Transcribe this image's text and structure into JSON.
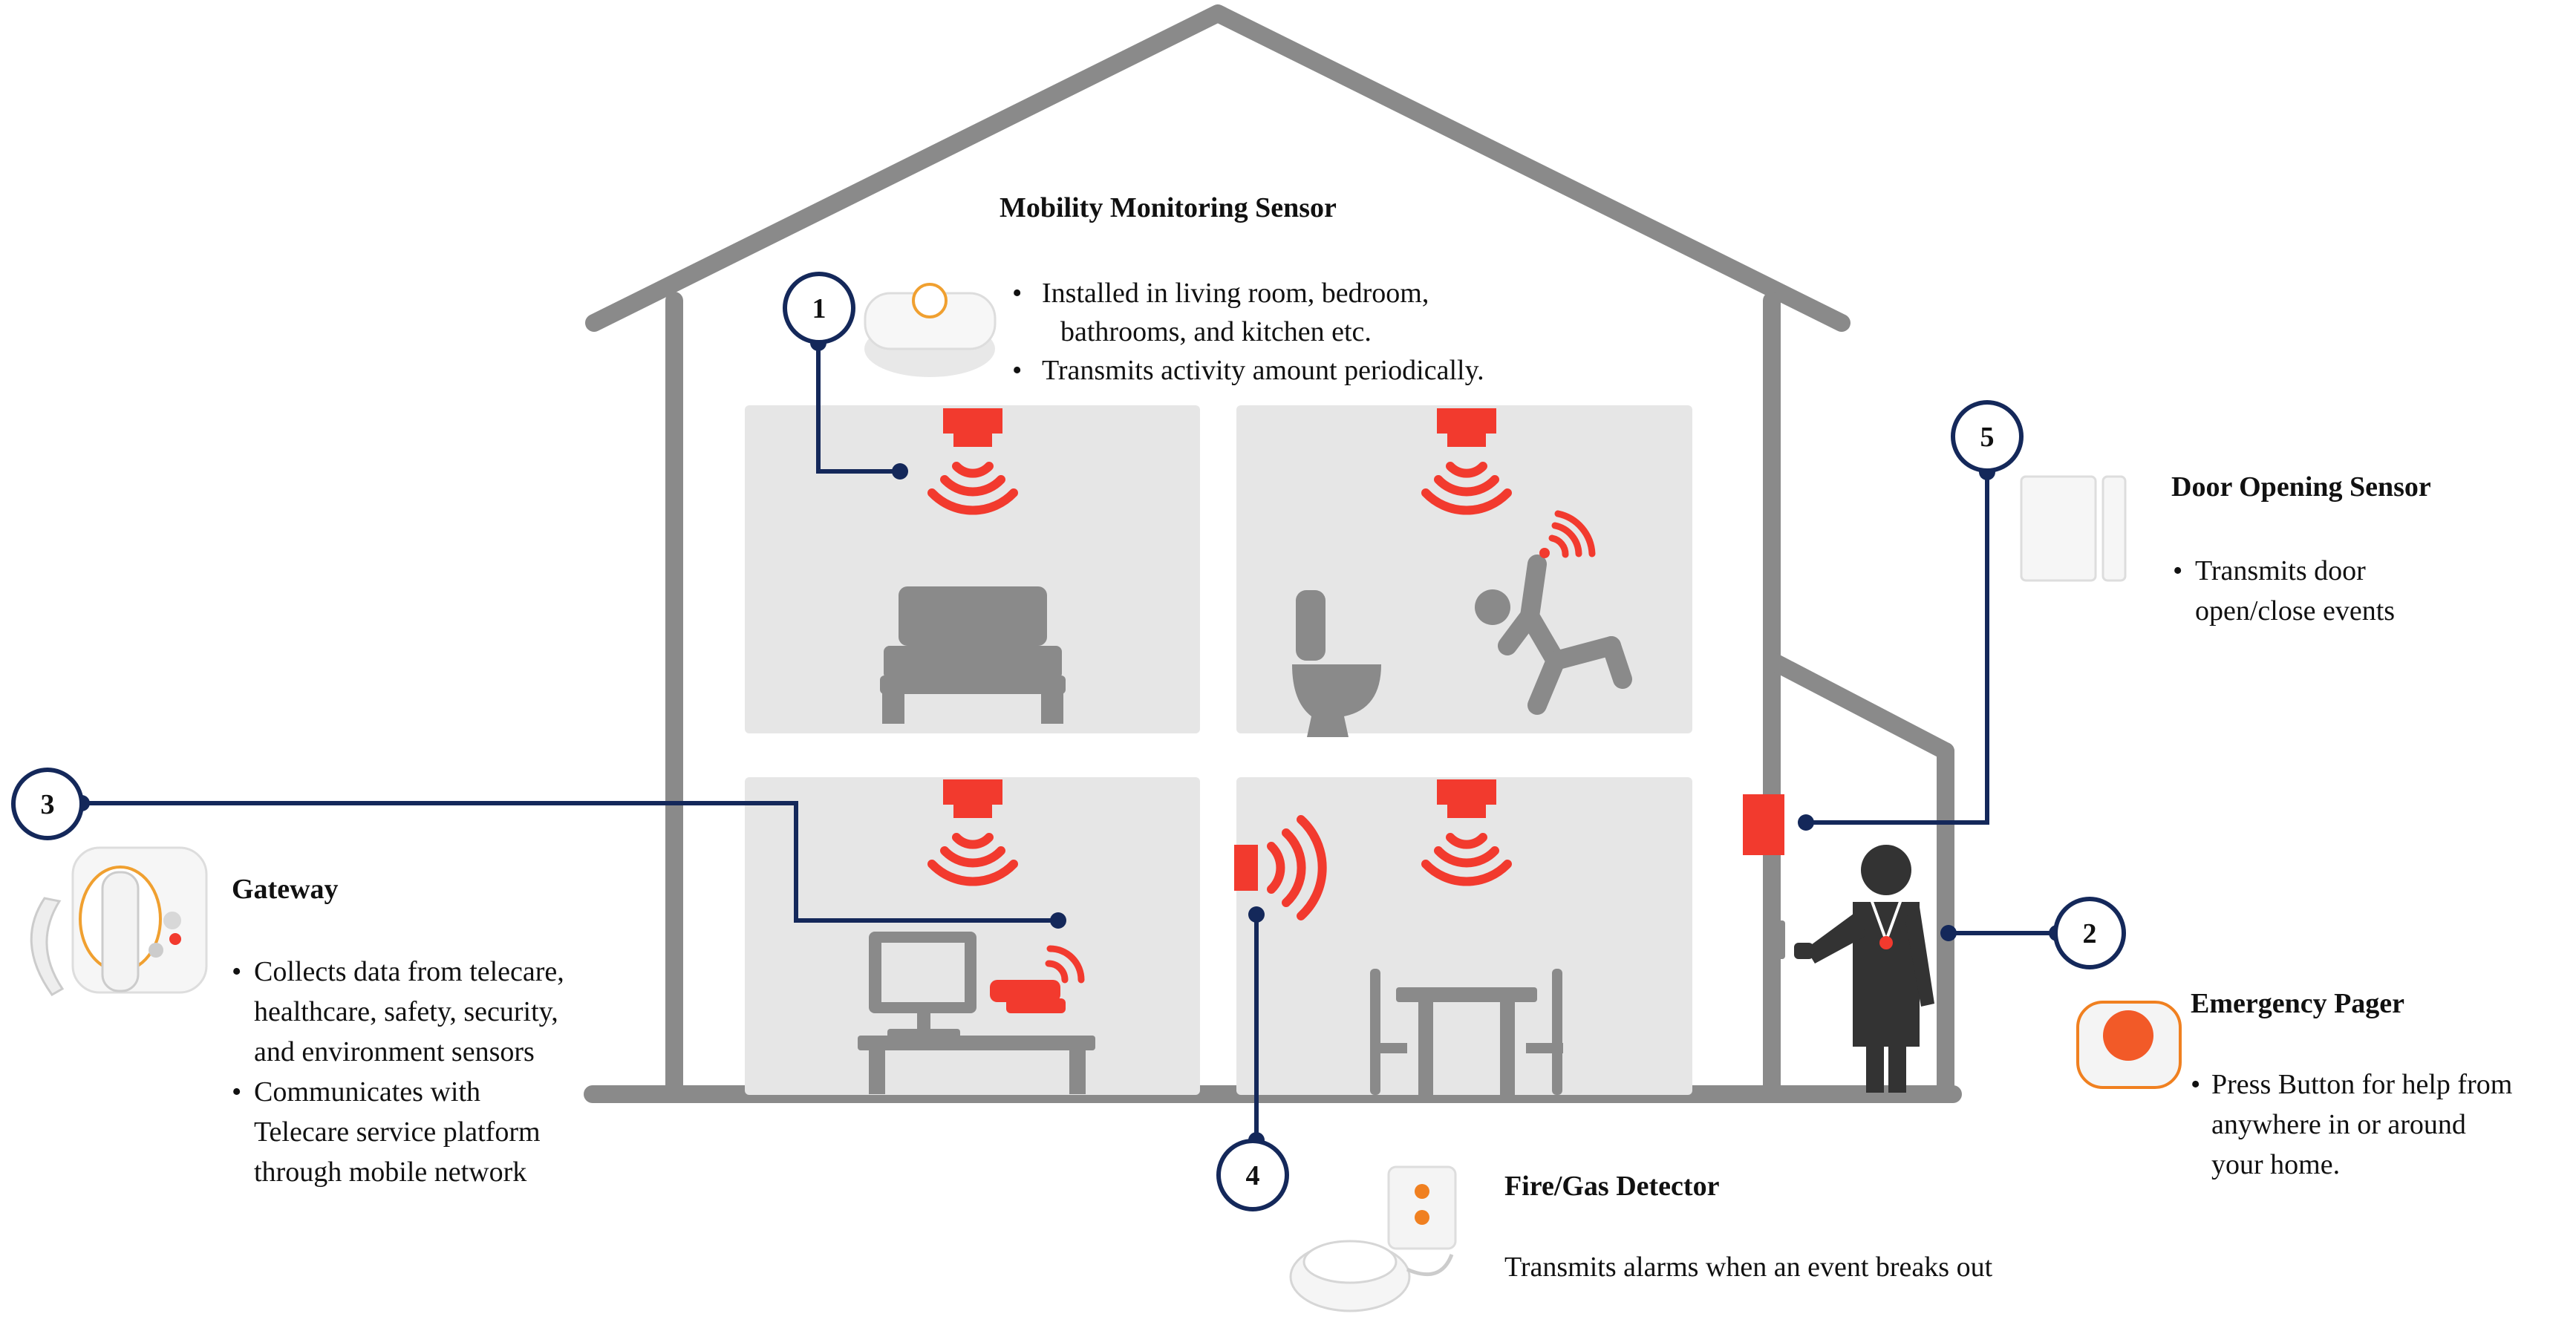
{
  "sensors": {
    "mobility": {
      "num": "1",
      "title": "Mobility Monitoring Sensor",
      "b1_l1": "Installed in living room, bedroom,",
      "b1_l2": "bathrooms, and kitchen etc.",
      "b2": "Transmits activity amount periodically."
    },
    "pager": {
      "num": "2",
      "title": "Emergency Pager",
      "l1": "Press Button for help from",
      "l2": "anywhere in or around",
      "l3": "your home."
    },
    "gateway": {
      "num": "3",
      "title": "Gateway",
      "b1_l1": "Collects data from telecare,",
      "b1_l2": "healthcare, safety, security,",
      "b1_l3": "and environment sensors",
      "b2_l1": "Communicates with",
      "b2_l2": "Telecare service platform",
      "b2_l3": "through mobile network"
    },
    "fire": {
      "num": "4",
      "title": "Fire/Gas Detector",
      "text": "Transmits alarms when an event breaks out"
    },
    "door": {
      "num": "5",
      "title": "Door Opening Sensor",
      "l1": "Transmits door",
      "l2": "open/close events"
    }
  },
  "colors": {
    "house": "#8a8a8a",
    "room": "#e6e6e6",
    "icon": "#8a8a8a",
    "sensor": "#f23a2e",
    "connector": "#14285a",
    "person": "#333333"
  }
}
